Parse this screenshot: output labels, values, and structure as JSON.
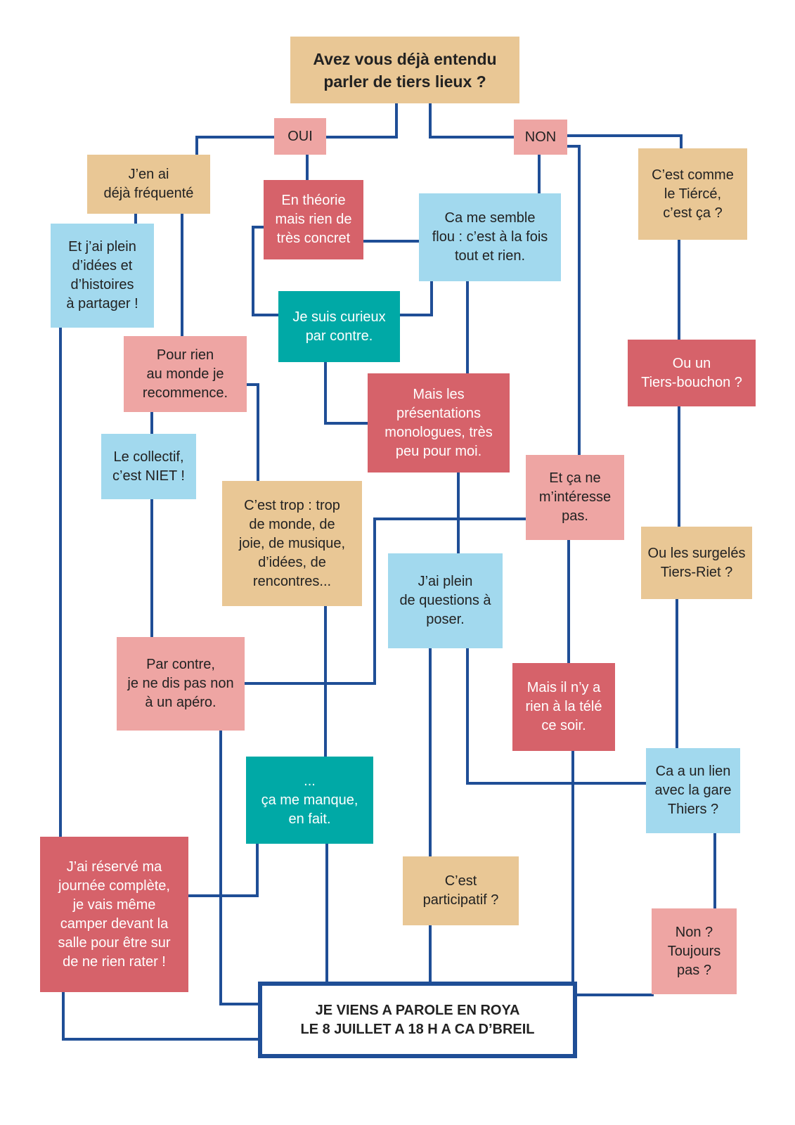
{
  "question": "Avez vous déjà entendu\nparler de tiers lieux ?",
  "oui": "OUI",
  "non": "NON",
  "boxes": {
    "jen_ai": "J’en ai\ndéjà fréquenté",
    "en_theorie": "En théorie\nmais rien de\ntrès concret",
    "flou": "Ca me semble\nflou : c’est à la fois\ntout et rien.",
    "tierce": "C’est comme\nle Tiércé,\nc’est ça ?",
    "plein_idees": "Et j’ai plein\nd’idées et\nd’histoires\nà partager !",
    "curieux": "Je suis curieux\npar contre.",
    "pour_rien": "Pour rien\nau monde je\nrecommence.",
    "tiers_bouchon": "Ou un\nTiers-bouchon ?",
    "presentations": "Mais les\nprésentations\nmonologues, très\npeu pour moi.",
    "collectif": "Le collectif,\nc’est NIET !",
    "interesse": "Et ça ne\nm’intéresse\npas.",
    "trop": "C’est trop : trop\nde monde, de\njoie, de musique,\nd’idées, de\nrencontres...",
    "surgeles": "Ou les surgelés\nTiers-Riet ?",
    "questions": "J’ai plein\nde questions à\nposer.",
    "apero": "Par contre,\nje ne dis pas non\nà un apéro.",
    "tele": "Mais il n’y a\nrien à la télé\nce soir.",
    "manque": "...\nça me manque,\nen fait.",
    "gare": "Ca a un lien\navec la gare\nThiers ?",
    "reserve": "J’ai réservé ma\njournée complète,\nje vais même\ncamper devant la\nsalle pour être sur\nde ne rien rater !",
    "participatif": "C’est\nparticipatif ?",
    "toujours_pas": "Non ?\nToujours\npas ?"
  },
  "final": "JE VIENS A PAROLE EN ROYA\nLE 8 JUILLET A 18 H A CA D’BREIL",
  "colors": {
    "tan": "#e9c795",
    "red": "#d6626a",
    "pink": "#eea5a3",
    "blue": "#a2d9ee",
    "teal": "#00a9a6",
    "line": "#1f4e96"
  }
}
